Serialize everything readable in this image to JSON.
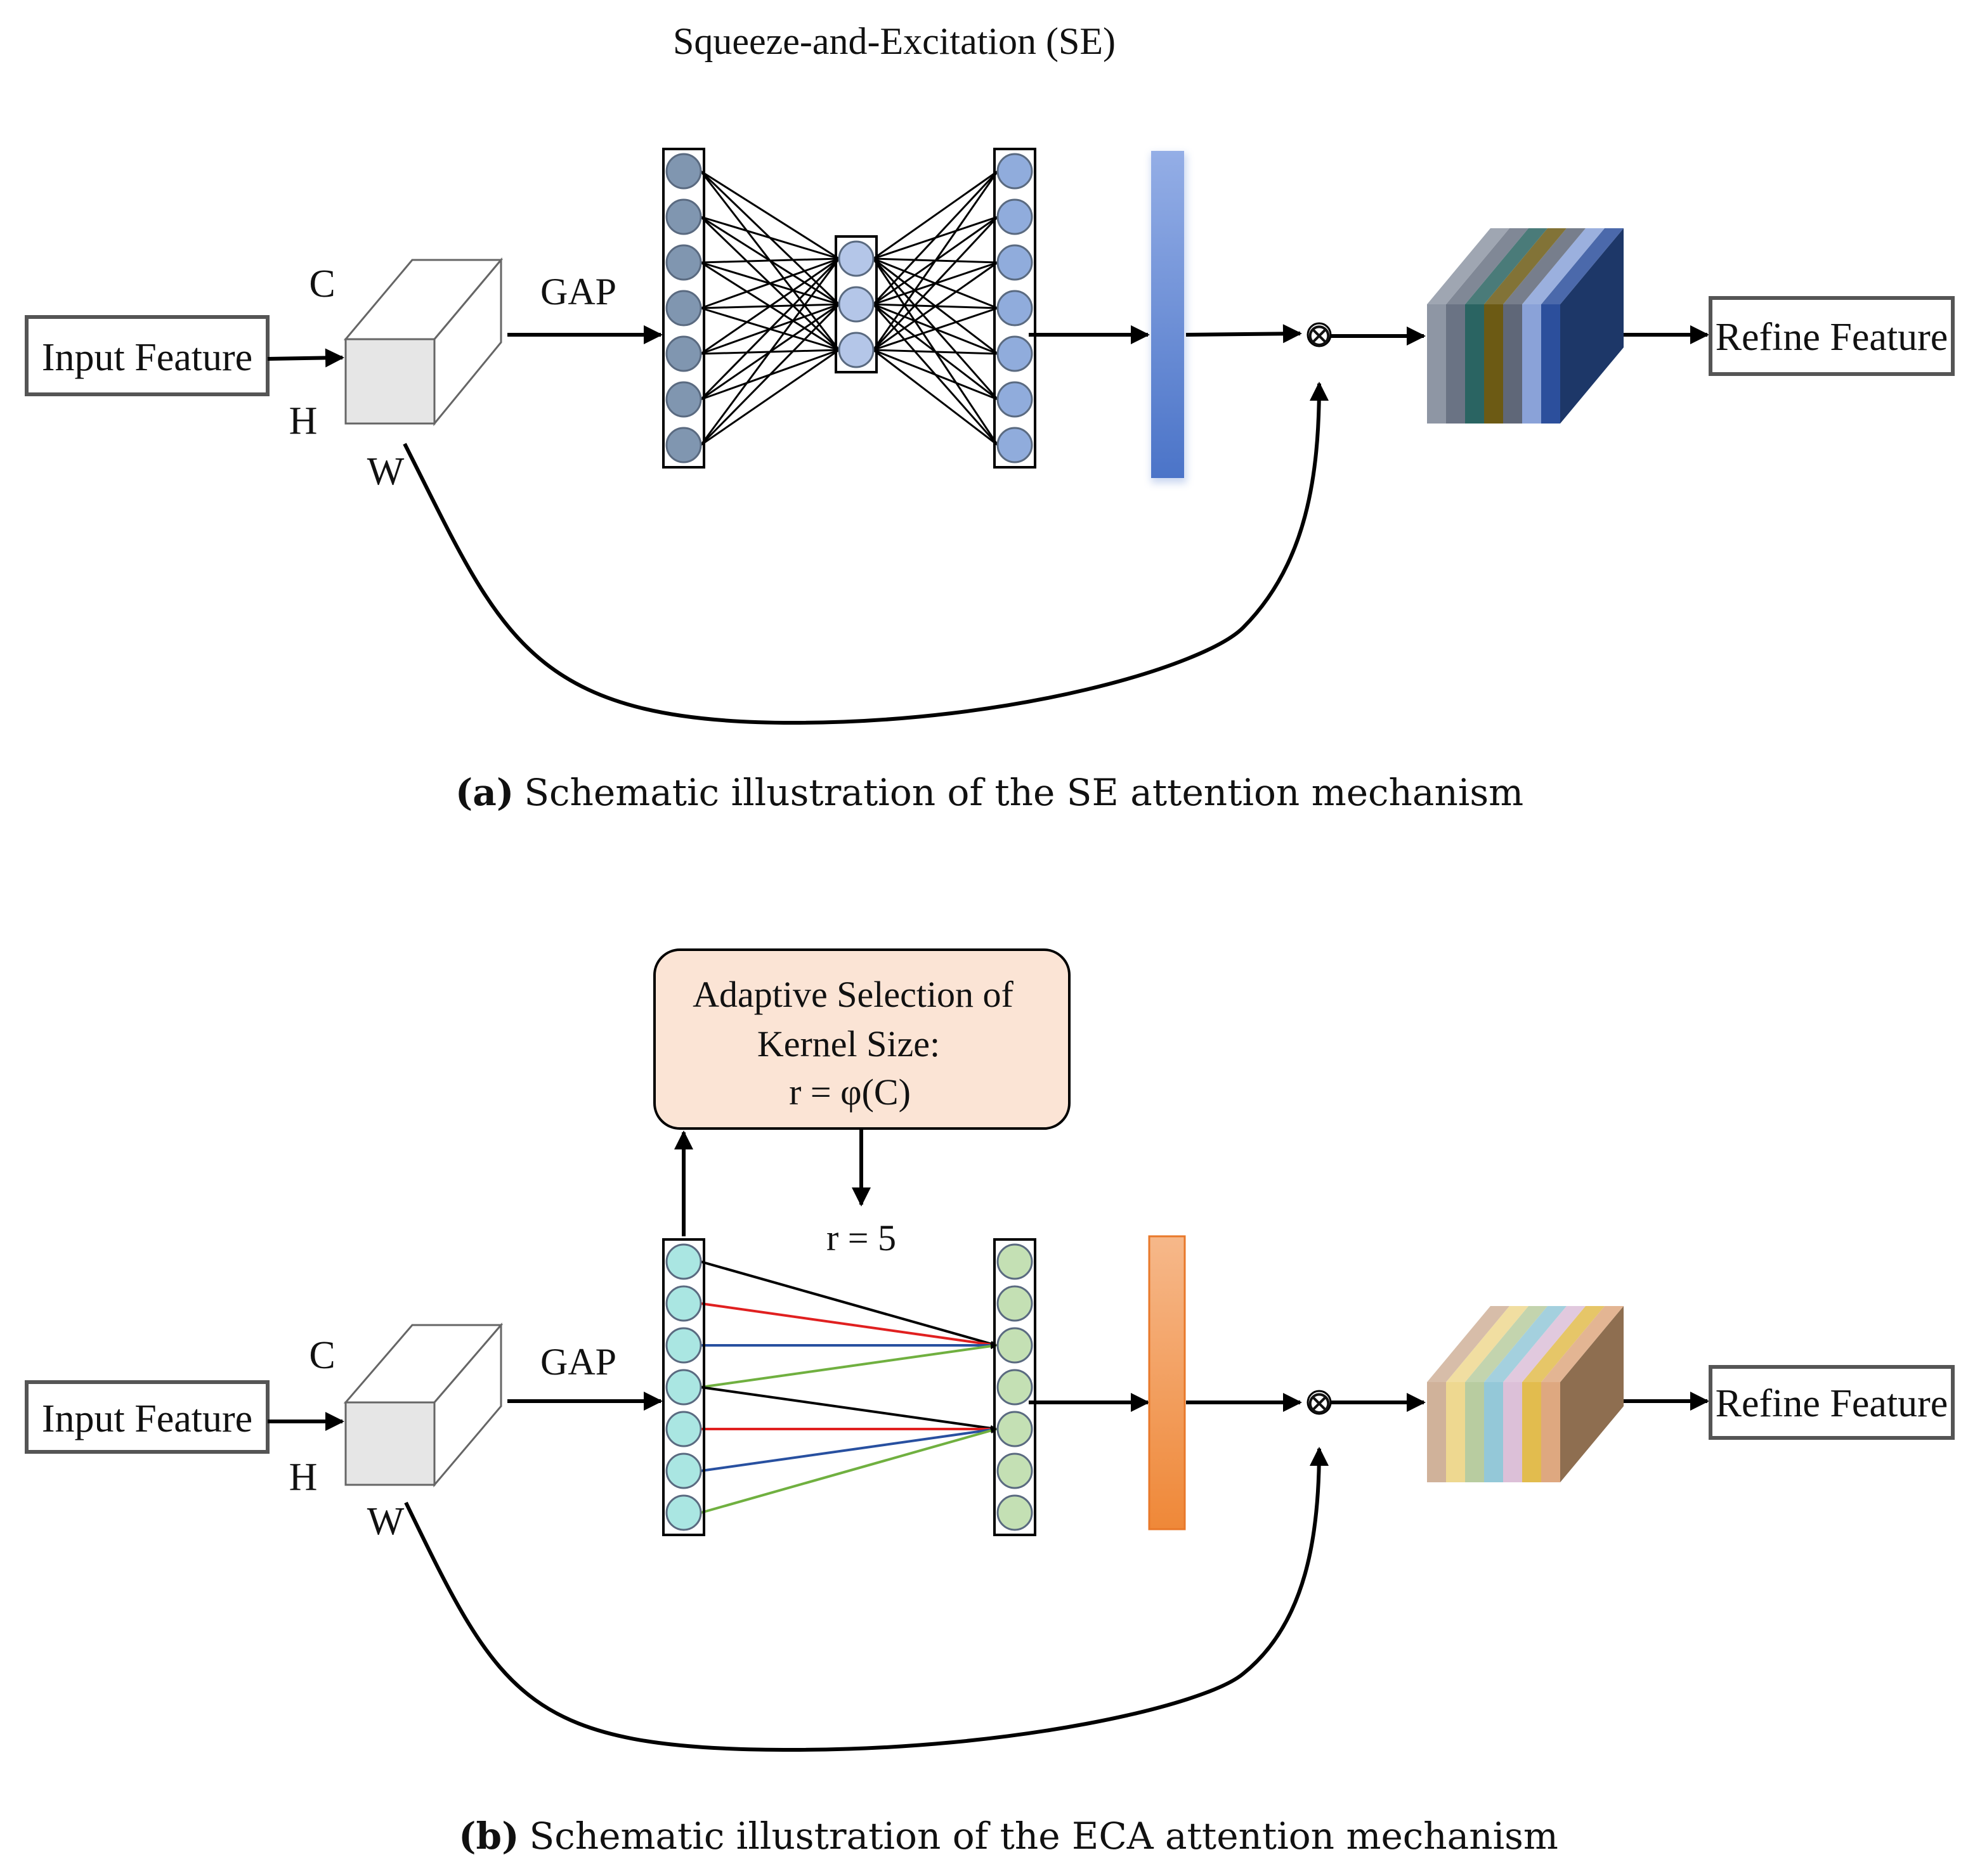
{
  "panel_a": {
    "title": "Squeeze-and-Excitation (SE)",
    "input_label": "Input Feature",
    "output_label": "Refine Feature",
    "gap_label": "GAP",
    "dim_c": "C",
    "dim_h": "H",
    "dim_w": "W",
    "multiply_symbol": "⊗",
    "caption_letter": "(a)",
    "caption_text": "Schematic illustration of the SE attention mechanism",
    "layer_sizes": [
      7,
      3,
      7
    ],
    "neuron_colors": [
      "#8096b0",
      "#b4c6e8",
      "#90acdc"
    ],
    "weight_bar_color": "#6a8fd6",
    "stack_colors": [
      "#8e96a4",
      "#6a7384",
      "#2a6462",
      "#6c5a14",
      "#5f6778",
      "#8aa2d8",
      "#2c4f9c",
      "#1d3768"
    ]
  },
  "panel_b": {
    "input_label": "Input Feature",
    "output_label": "Refine Feature",
    "gap_label": "GAP",
    "dim_c": "C",
    "dim_h": "H",
    "dim_w": "W",
    "multiply_symbol": "⊗",
    "kernel_box_lines": [
      "Adaptive Selection of",
      "Kernel Size:",
      "r = φ(C)"
    ],
    "kernel_box_color": "#fbe4d5",
    "r_label": "r = 5",
    "caption_letter": "(b)",
    "caption_text": "Schematic illustration of the ECA attention mechanism",
    "layer_sizes": [
      7,
      7
    ],
    "neuron_colors": [
      "#aae6e2",
      "#c4e0b4"
    ],
    "weight_bar_color": "#f4a868",
    "connection_colors": [
      "#000000",
      "#e02020",
      "#2850a0",
      "#70b040"
    ],
    "stack_colors": [
      "#d0b29a",
      "#eed890",
      "#b8cca0",
      "#94c8d8",
      "#dcc0d8",
      "#e2bc4e",
      "#dea880",
      "#8e6e50"
    ]
  }
}
